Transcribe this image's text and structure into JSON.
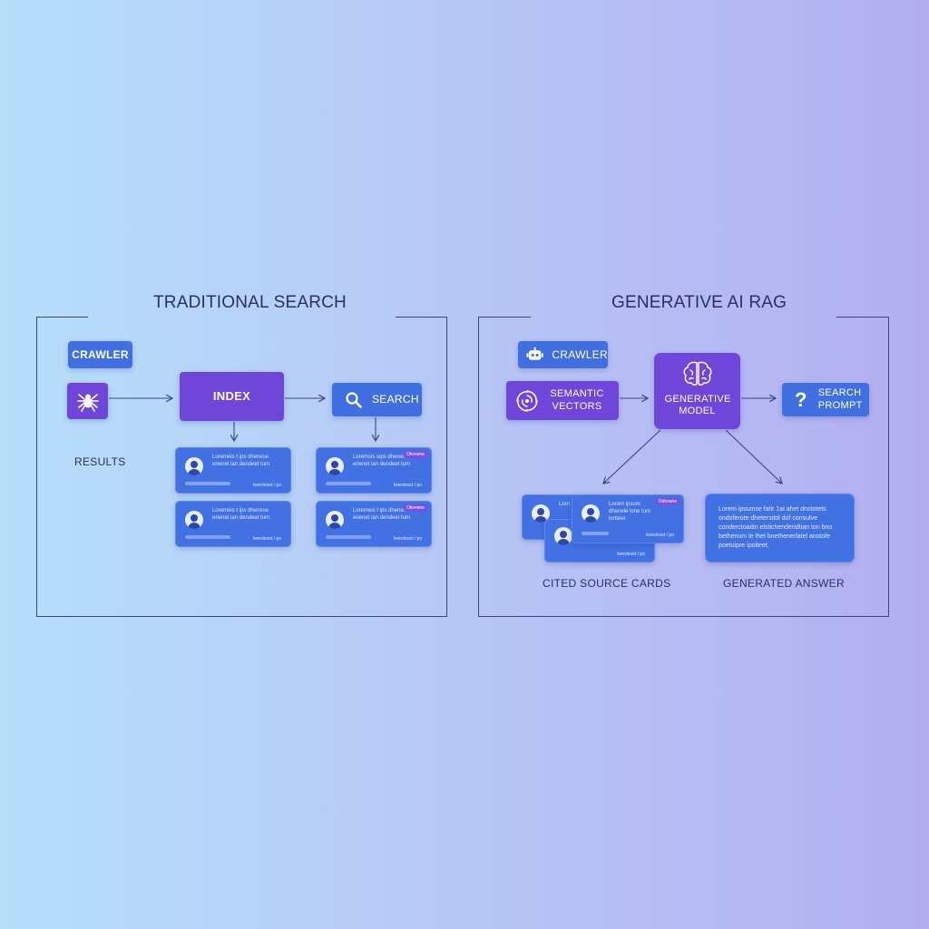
{
  "left_panel": {
    "title": "TRADITIONAL SEARCH",
    "crawler_label": "CRAWLER",
    "spider_icon": "spider-icon",
    "index_label": "INDEX",
    "search_label": "SEARCH",
    "search_icon": "magnifier-icon",
    "results_label": "RESULTS",
    "result_cards": [
      {
        "text": "Loremeis t ips dhenese erienet ian dendeet tum",
        "meta": "Iwerdeset / po",
        "badge": ""
      },
      {
        "text": "Loremeis t ips dhenese erienet ian dendeet tum",
        "meta": "Iwerdeset / po",
        "badge": ""
      },
      {
        "text": "Loremsis sips dhenese erienet ian dendeet tum",
        "meta": "Iwerdeset / po",
        "badge": "Okrewne"
      },
      {
        "text": "Loremeis t ips dhenese erienet ian dendeet tum",
        "meta": "Iwerdeset / po",
        "badge": "Okrewne"
      }
    ]
  },
  "right_panel": {
    "title": "GENERATIVE AI RAG",
    "crawler_label": "CRAWLER",
    "robot_icon": "robot-icon",
    "semantic_label": "SEMANTIC VECTORS",
    "vector_icon": "vortex-icon",
    "model_label": "GENERATIVE MODEL",
    "brain_icon": "brain-icon",
    "prompt_label": "SEARCH PROMPT",
    "question_icon": "question-icon",
    "source_cards": [
      {
        "text": "Lorn pla",
        "meta": "",
        "badge": ""
      },
      {
        "text": "Lorem ipsum dhenele lone tum lorbeer",
        "meta": "lwerdeset / po",
        "badge": "Odrewne"
      },
      {
        "text": "",
        "meta": "lwerdeset / po",
        "badge": ""
      }
    ],
    "answer_text": "Lorem ipsumse fatir 1ai ahet dnstotets ondoferote dhetersitol dof consulve conderctoaitin elstichenderidtian ton bno bethenum le thel bnethenerlatel anstofe poetuipre ipoiteet.",
    "cited_label": "CITED SOURCE CARDS",
    "answer_label": "GENERATED ANSWER"
  },
  "colors": {
    "blue_node": "#3f6fe0",
    "purple_node": "#7045d9",
    "frame": "#3e4387"
  }
}
